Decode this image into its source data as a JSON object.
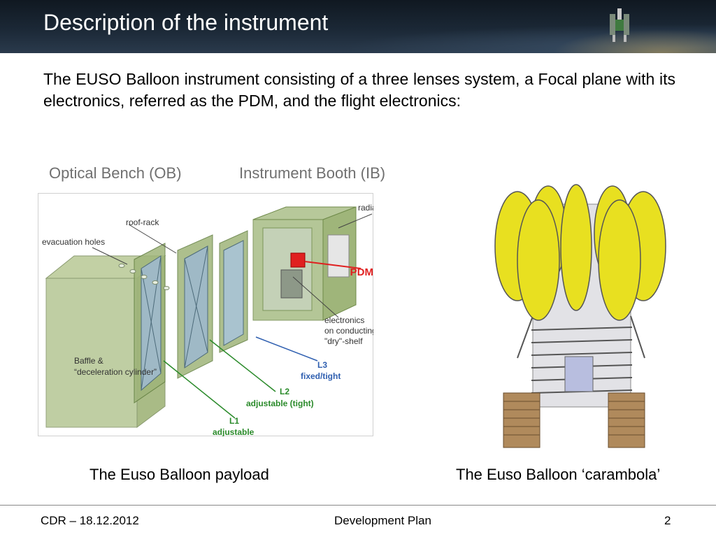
{
  "slide": {
    "title": "Description of the instrument",
    "intro": "The EUSO Balloon instrument consisting of a three lenses system, a Focal plane with its electronics, referred as the PDM, and the flight electronics:"
  },
  "labels": {
    "optical_bench": "Optical Bench (OB)",
    "instrument_booth": "Instrument Booth (IB)"
  },
  "payload_diagram": {
    "roof_rack": "roof-rack",
    "evacuation_holes": "evacuation holes",
    "radiator": "radiator",
    "pdm": "PDM",
    "electronics_1": "electronics",
    "electronics_2": "on conducting",
    "electronics_3": "\"dry\"-shelf",
    "baffle_1": "Baffle &",
    "baffle_2": "“deceleration cylinder”",
    "l3_name": "L3",
    "l3_desc": "fixed/tight",
    "l2_name": "L2",
    "l2_desc": "adjustable (tight)",
    "l1_name": "L1",
    "l1_desc": "adjustable"
  },
  "captions": {
    "left": "The Euso Balloon payload",
    "right": "The Euso Balloon ‘carambola’"
  },
  "footer": {
    "left": "CDR – 18.12.2012",
    "center": "Development Plan",
    "right": "2"
  },
  "colors": {
    "pdm_red": "#e02020",
    "l3_blue": "#2f5fb0",
    "lens_green": "#2a8a2a",
    "float_yellow": "#e8e020"
  }
}
